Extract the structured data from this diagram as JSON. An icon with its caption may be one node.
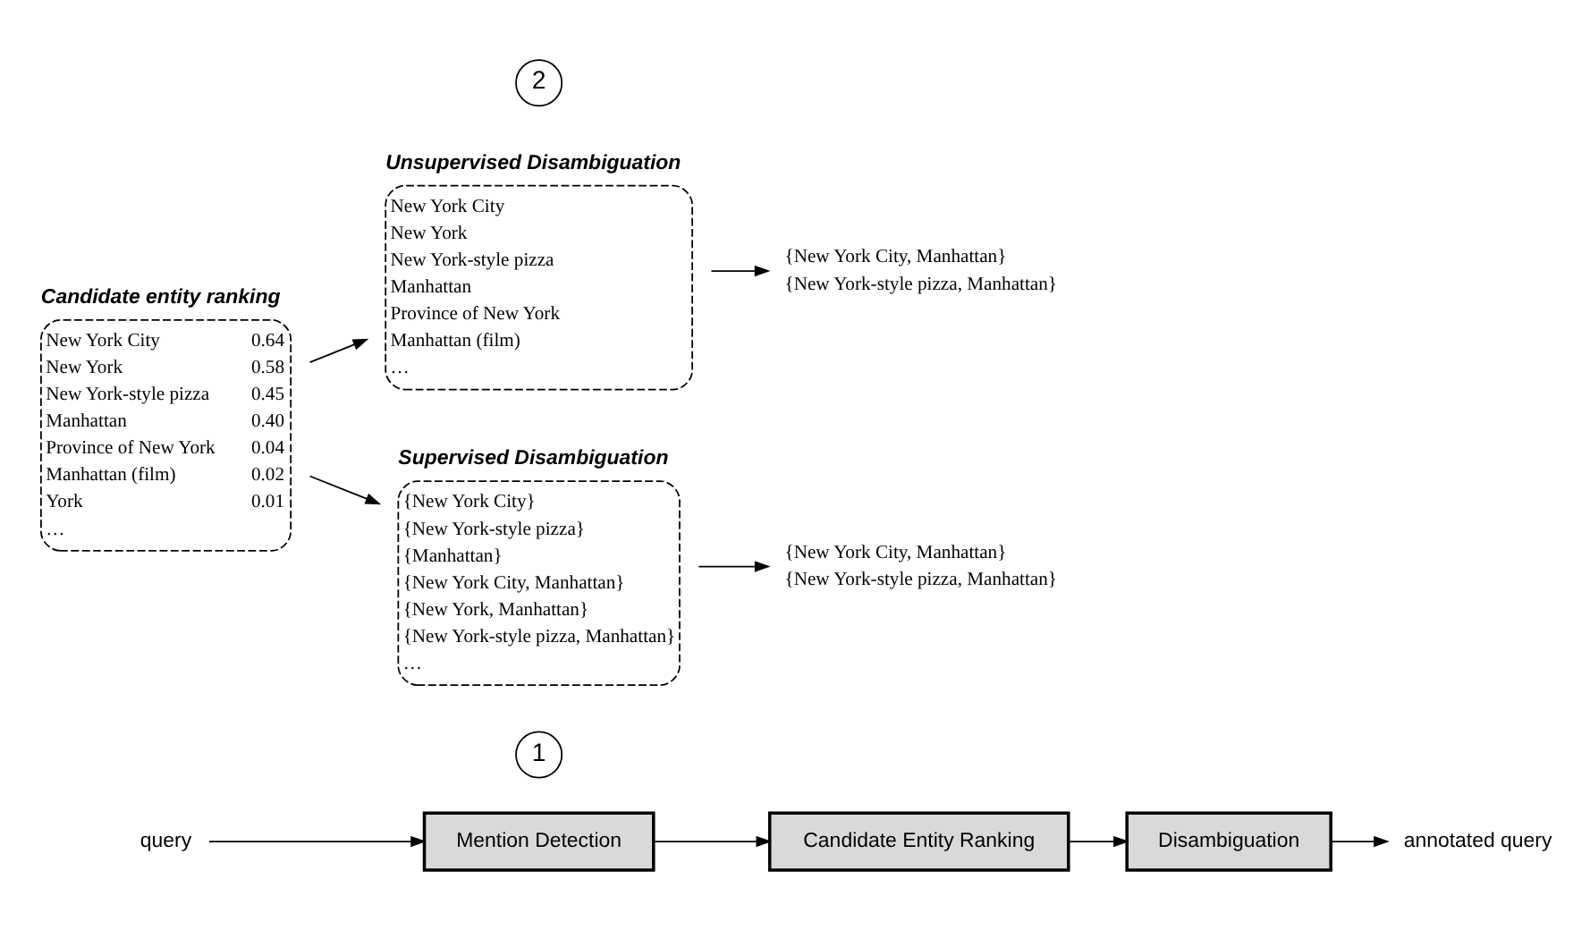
{
  "diagram": {
    "nodes": [
      {
        "text": [
          "query"
        ]
      },
      {
        "text": [
          "Mention Detection"
        ]
      },
      {
        "text": [
          "Candidate Entity Ranking"
        ]
      },
      {
        "text": [
          "Disambiguation"
        ]
      },
      {
        "text": [
          "annotated query"
        ]
      },
      {
        "text": [
          "1"
        ]
      },
      {
        "text": [
          "Unsupervised Disambiguation",
          "New York City",
          "New York",
          "New York-style pizza",
          "Manhattan",
          "Province of New York",
          "Manhattan (film)",
          "…"
        ]
      },
      {
        "text": [
          "Candidate entity ranking",
          "New York City",
          "0.64",
          "New York",
          "0.58",
          "New York-style pizza",
          "0.45",
          "Manhattan",
          "0.40",
          "Province of New York",
          "0.04",
          "Manhattan (film)",
          "0.02",
          "York",
          "0.01",
          "…"
        ]
      },
      {
        "text": [
          "{New York City, Manhattan}",
          "{New York-style pizza, Manhattan}"
        ]
      },
      {
        "text": [
          "2"
        ]
      },
      {
        "text": [
          "Supervised Disambiguation",
          "{New York City}",
          "{New York-style pizza}",
          "{Manhattan}",
          "{New York City, Manhattan}",
          "{New York, Manhattan}",
          "{New York-style pizza, Manhattan}",
          "…"
        ]
      },
      {
        "text": [
          "{New York City, Manhattan}",
          "{New York-style pizza, Manhattan}"
        ]
      }
    ],
    "edges": [
      {
        "from": 0,
        "to": 1,
        "arrow": "to"
      },
      {
        "from": 1,
        "to": 2,
        "arrow": "to"
      },
      {
        "from": 2,
        "to": 3,
        "arrow": "to"
      },
      {
        "from": 3,
        "to": 4,
        "arrow": "to"
      },
      {
        "from": 7,
        "to": 6,
        "arrow": "to"
      },
      {
        "from": 7,
        "to": 10,
        "arrow": "to"
      },
      {
        "from": 6,
        "to": 8,
        "arrow": "to"
      },
      {
        "from": 10,
        "to": 11,
        "arrow": "to"
      }
    ]
  }
}
